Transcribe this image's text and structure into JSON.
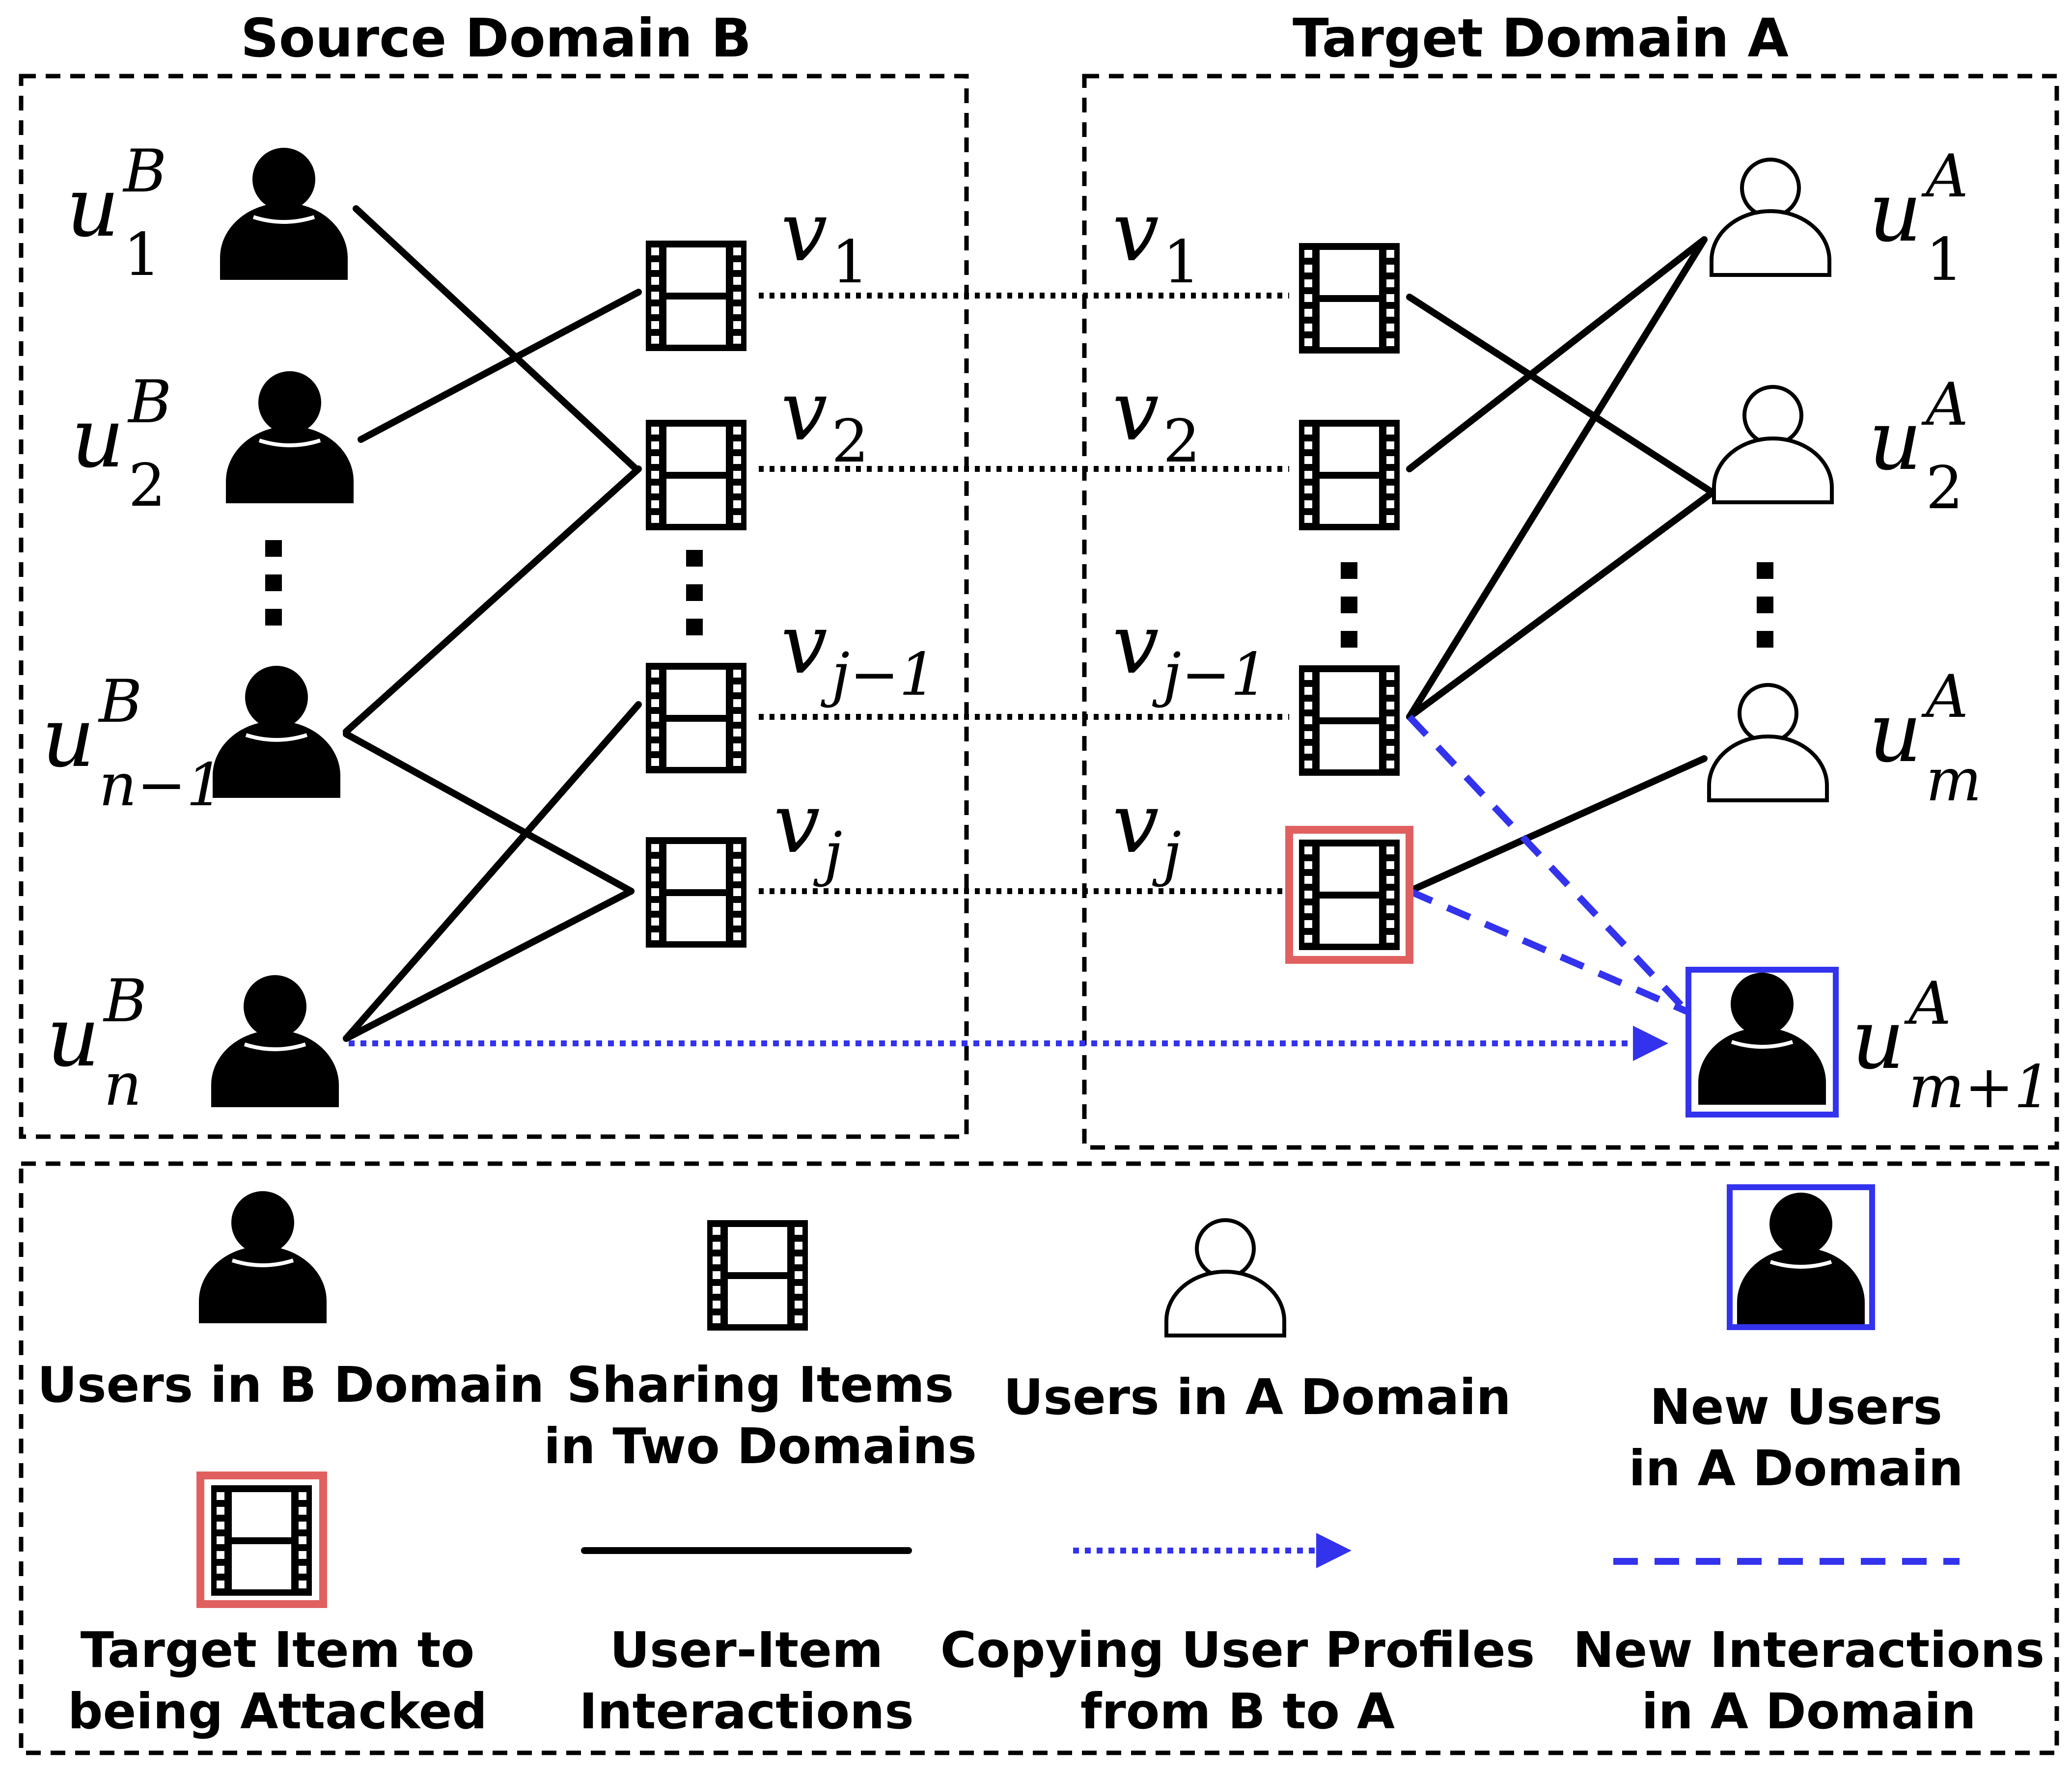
{
  "headings": {
    "source": "Source Domain B",
    "target": "Target Domain A"
  },
  "source_users": [
    {
      "base": "u",
      "sup": "B",
      "sub": "1"
    },
    {
      "base": "u",
      "sup": "B",
      "sub": "2"
    },
    {
      "base": "u",
      "sup": "B",
      "sub": "n−1"
    },
    {
      "base": "u",
      "sup": "B",
      "sub": "n"
    }
  ],
  "source_items": [
    {
      "base": "v",
      "sub": "1"
    },
    {
      "base": "v",
      "sub": "2"
    },
    {
      "base": "v",
      "sub": "j−1"
    },
    {
      "base": "v",
      "sub": "j"
    }
  ],
  "target_items": [
    {
      "base": "v",
      "sub": "1"
    },
    {
      "base": "v",
      "sub": "2"
    },
    {
      "base": "v",
      "sub": "j−1"
    },
    {
      "base": "v",
      "sub": "j"
    }
  ],
  "target_users": [
    {
      "base": "u",
      "sup": "A",
      "sub": "1"
    },
    {
      "base": "u",
      "sup": "A",
      "sub": "2"
    },
    {
      "base": "u",
      "sup": "A",
      "sub": "m"
    },
    {
      "base": "u",
      "sup": "A",
      "sub": "m+1"
    }
  ],
  "legend": {
    "users_b": [
      "Users in B Domain"
    ],
    "sharing_items": [
      "Sharing Items",
      "in Two Domains"
    ],
    "users_a": [
      "Users in A Domain"
    ],
    "new_users": [
      "New Users",
      "in A Domain"
    ],
    "target_item": [
      "Target Item to",
      "being Attacked"
    ],
    "interactions": [
      "User-Item",
      "Interactions"
    ],
    "copying": [
      "Copying User Profiles",
      "from B to A"
    ],
    "new_interactions": [
      "New Interactions",
      "in A Domain"
    ]
  },
  "colors": {
    "new_user_frame": "#3333ee",
    "target_item_frame": "#e06060",
    "copy_arrow": "#3333ee",
    "new_interaction": "#3333ee"
  },
  "icons": {
    "user_filled": "user-filled-icon",
    "user_outline": "user-outline-icon",
    "item": "film-icon"
  }
}
